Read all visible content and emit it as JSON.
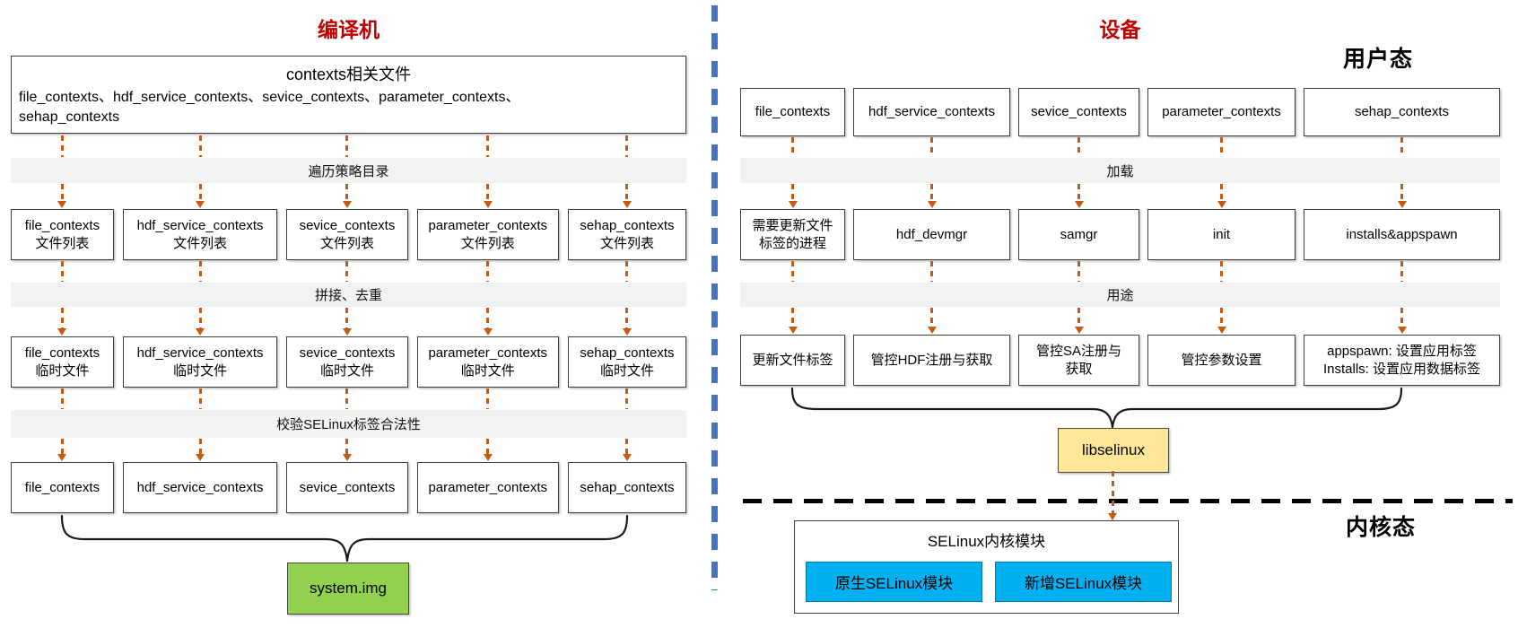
{
  "titles": {
    "left": "编译机",
    "right": "设备",
    "user_mode": "用户态",
    "kernel_mode": "内核态"
  },
  "left": {
    "source_box": {
      "title": "contexts相关文件",
      "list": "file_contexts、hdf_service_contexts、sevice_contexts、parameter_contexts、\nsehap_contexts"
    },
    "bands": {
      "traverse": "遍历策略目录",
      "merge": "拼接、去重",
      "validate": "校验SELinux标签合法性"
    },
    "row_file_list": [
      {
        "line1": "file_contexts",
        "line2": "文件列表"
      },
      {
        "line1": "hdf_service_contexts",
        "line2": "文件列表"
      },
      {
        "line1": "sevice_contexts",
        "line2": "文件列表"
      },
      {
        "line1": "parameter_contexts",
        "line2": "文件列表"
      },
      {
        "line1": "sehap_contexts",
        "line2": "文件列表"
      }
    ],
    "row_temp_file": [
      {
        "line1": "file_contexts",
        "line2": "临时文件"
      },
      {
        "line1": "hdf_service_contexts",
        "line2": "临时文件"
      },
      {
        "line1": "sevice_contexts",
        "line2": "临时文件"
      },
      {
        "line1": "parameter_contexts",
        "line2": "临时文件"
      },
      {
        "line1": "sehap_contexts",
        "line2": "临时文件"
      }
    ],
    "row_final": [
      "file_contexts",
      "hdf_service_contexts",
      "sevice_contexts",
      "parameter_contexts",
      "sehap_contexts"
    ],
    "output_box": "system.img"
  },
  "right": {
    "row_contexts": [
      "file_contexts",
      "hdf_service_contexts",
      "sevice_contexts",
      "parameter_contexts",
      "sehap_contexts"
    ],
    "bands": {
      "load": "加载",
      "usage": "用途"
    },
    "row_process": [
      "需要更新文件\n标签的进程",
      "hdf_devmgr",
      "samgr",
      "init",
      "installs&appspawn"
    ],
    "row_usage": [
      "更新文件标签",
      "管控HDF注册与获取",
      "管控SA注册与\n获取",
      "管控参数设置",
      "appspawn: 设置应用标签\nInstalls: 设置应用数据标签"
    ],
    "lib_box": "libselinux",
    "kernel_box": {
      "title": "SELinux内核模块",
      "modules": [
        "原生SELinux模块",
        "新增SELinux模块"
      ]
    }
  },
  "colors": {
    "title_red": "#C00000",
    "arrow_orange": "#C55A11",
    "band_gray": "#F2F2F2",
    "divider_blue": "#4472C4",
    "output_green": "#92D050",
    "lib_yellow": "#FFE699",
    "module_cyan": "#00B0F0"
  }
}
